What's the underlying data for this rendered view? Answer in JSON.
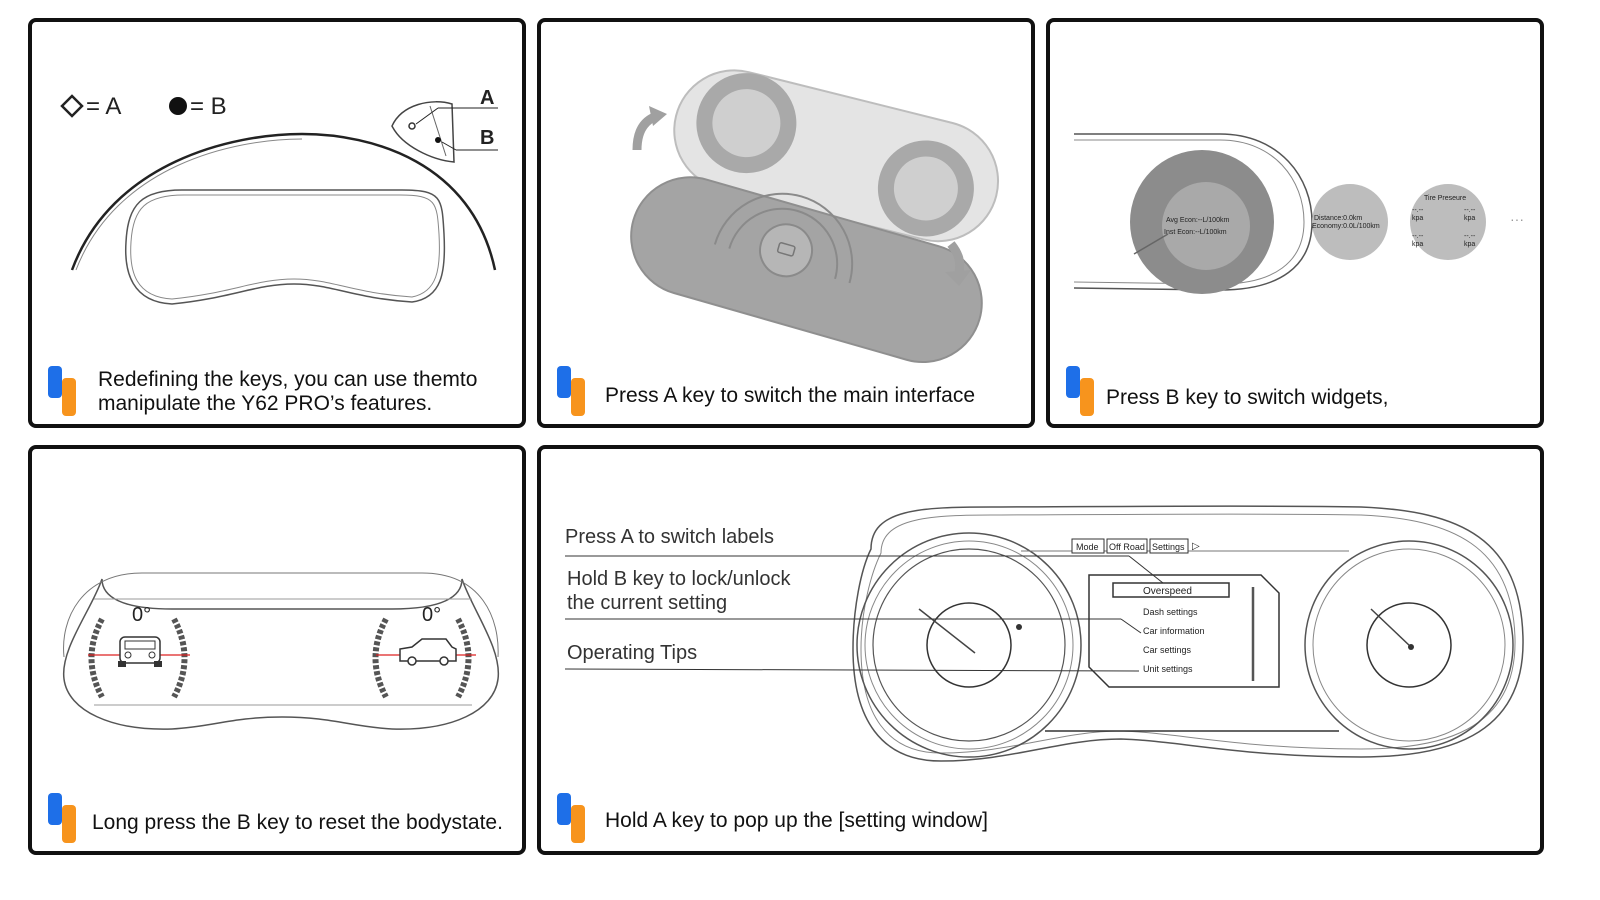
{
  "panels": {
    "p1": {
      "legend_a": "= A",
      "legend_b": "= B",
      "key_a": "A",
      "key_b": "B",
      "caption_line1": "Redefining the keys, you can use themto",
      "caption_line2": "manipulate the Y62 PRO’s features."
    },
    "p2": {
      "caption": "Press A key to switch the main interface"
    },
    "p3": {
      "widget1_line1": "Avg Econ:--L/100km",
      "widget1_line2": "Inst Econ:--L/100km",
      "widget2_line1": "Distance:0.0km",
      "widget2_line2": "Economy:0.0L/100km",
      "widget3_title": "Tire Preseure",
      "widget3_value": "--.--",
      "widget3_unit": "kpa",
      "more": "···",
      "caption": "Press B key to switch widgets,"
    },
    "p4": {
      "angle_left": "0°",
      "angle_right": "0°",
      "caption": "Long press the B key to reset the bodystate."
    },
    "p5": {
      "label_1": "Press A to switch labels",
      "label_2_line1": "Hold B key to lock/unlock",
      "label_2_line2": "the current setting",
      "label_3": "Operating Tips",
      "tabs": [
        "Mode",
        "Off Road",
        "Settings"
      ],
      "tab_arrow": "▷",
      "menu": [
        "Overspeed",
        "Dash settings",
        "Car information",
        "Car settings",
        "Unit settings"
      ],
      "caption": "Hold A key to pop up the [setting window]"
    }
  },
  "colors": {
    "badge_blue": "#1e6fe8",
    "badge_orange": "#f7941d",
    "border": "#111111",
    "gray_dark": "#8c8c8c",
    "gray_mid": "#a8a8a8",
    "gray_light": "#c8c8c8"
  }
}
